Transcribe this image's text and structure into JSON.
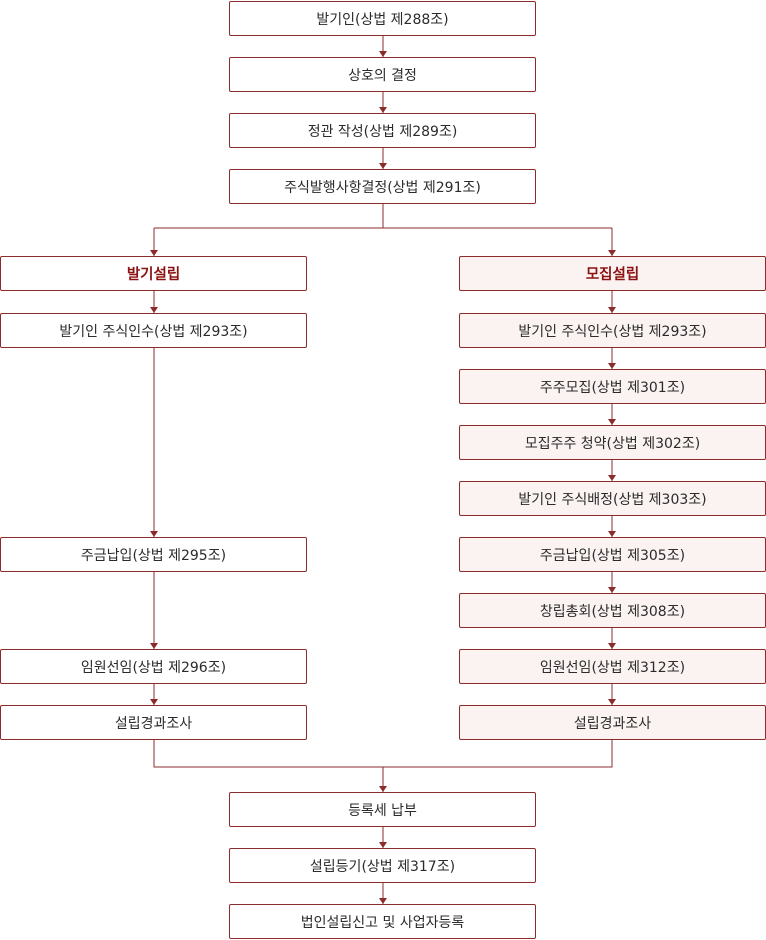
{
  "nodes": {
    "promoter": "발기인(상법 제288조)",
    "trade_name": "상호의 결정",
    "articles": "정관 작성(상법 제289조)",
    "share_issue": "주식발행사항결정(상법 제291조)",
    "promoter_founding": "발기설립",
    "promoter_subscribe": "발기인 주식인수(상법 제293조)",
    "promoter_payment": "주금납입(상법 제295조)",
    "promoter_officers": "임원선임(상법 제296조)",
    "promoter_inspect": "설립경과조사",
    "offering_founding": "모집설립",
    "offering_subscribe": "발기인 주식인수(상법 제293조)",
    "offering_recruit": "주주모집(상법 제301조)",
    "offering_apply": "모집주주 청약(상법 제302조)",
    "offering_allot": "발기인 주식배정(상법 제303조)",
    "offering_payment": "주금납입(상법 제305조)",
    "offering_meeting": "창립총회(상법 제308조)",
    "offering_officers": "임원선임(상법 제312조)",
    "offering_inspect": "설립경과조사",
    "registration_tax": "등록세 납부",
    "registration": "설립등기(상법 제317조)",
    "report": "법인설립신고 및 사업자등록"
  },
  "colors": {
    "border": "#8c2b2b",
    "heading_text": "#8c1111",
    "offering_fill": "#fbf3f2"
  }
}
